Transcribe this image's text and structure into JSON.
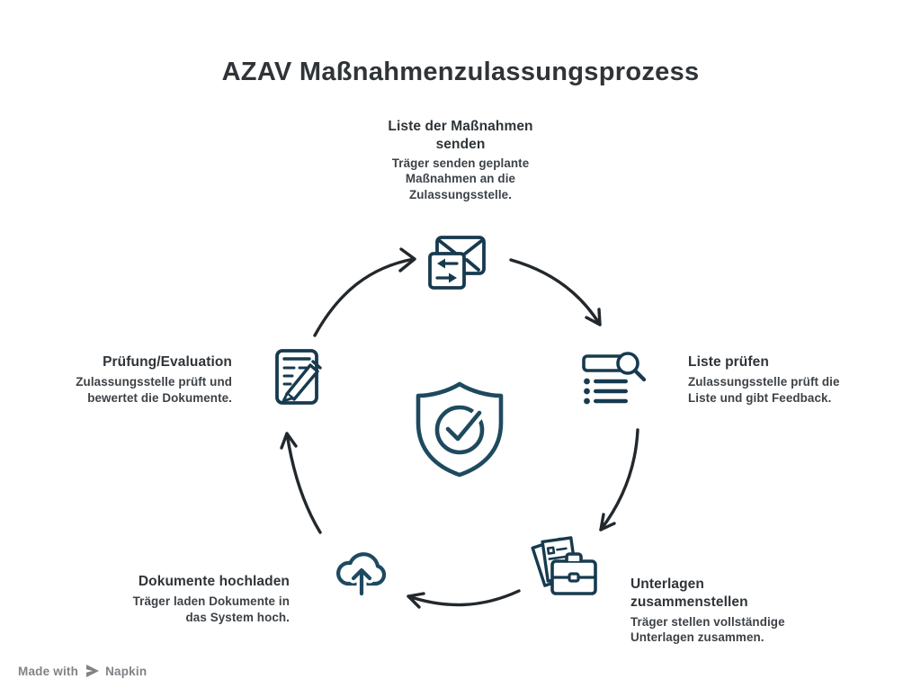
{
  "title": "AZAV Maßnahmenzulassungsprozess",
  "steps": [
    {
      "heading": "Liste der Maßnahmen senden",
      "body": "Träger senden geplante Maßnahmen an die Zulassungsstelle.",
      "icon": "envelope-transfer-icon"
    },
    {
      "heading": "Liste prüfen",
      "body": "Zulassungsstelle prüft die Liste und gibt Feedback.",
      "icon": "list-search-icon"
    },
    {
      "heading": "Unterlagen zusammenstellen",
      "body": "Träger stellen vollständige Unterlagen zusammen.",
      "icon": "briefcase-documents-icon"
    },
    {
      "heading": "Dokumente hochladen",
      "body": "Träger laden Dokumente in das System hoch.",
      "icon": "cloud-upload-icon"
    },
    {
      "heading": "Prüfung/Evaluation",
      "body": "Zulassungsstelle prüft und bewertet die Dokumente.",
      "icon": "clipboard-pen-icon"
    }
  ],
  "center_icon": "shield-check-icon",
  "watermark": {
    "prefix": "Made with",
    "brand": "Napkin"
  },
  "colors": {
    "icon_dark_navy": "#173a4f",
    "icon_blue": "#1d4a60",
    "arrow": "#23282c",
    "heading_text": "#2f3438",
    "body_text": "#3d4247",
    "watermark_gray": "#7f8387"
  }
}
